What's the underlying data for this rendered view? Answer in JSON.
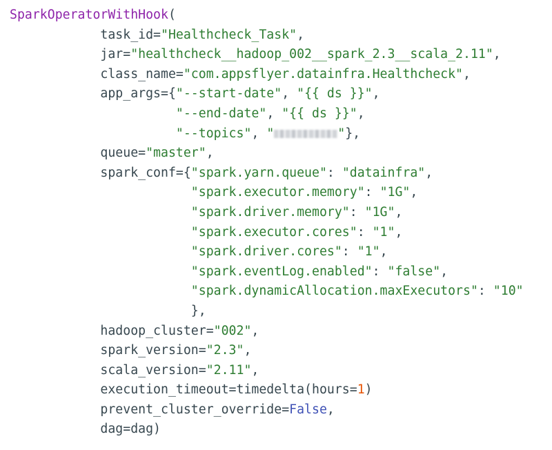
{
  "code": {
    "language": "python",
    "lines": [
      [
        {
          "t": "SparkOperatorWithHook",
          "c": "fn"
        },
        {
          "t": "(",
          "c": "punc"
        }
      ],
      [
        {
          "t": "            task_id=",
          "c": "param"
        },
        {
          "t": "\"Healthcheck_Task\"",
          "c": "str"
        },
        {
          "t": ",",
          "c": "punc"
        }
      ],
      [
        {
          "t": "            jar=",
          "c": "param"
        },
        {
          "t": "\"healthcheck__hadoop_002__spark_2.3__scala_2.11\"",
          "c": "str"
        },
        {
          "t": ",",
          "c": "punc"
        }
      ],
      [
        {
          "t": "            class_name=",
          "c": "param"
        },
        {
          "t": "\"com.appsflyer.datainfra.Healthcheck\"",
          "c": "str"
        },
        {
          "t": ",",
          "c": "punc"
        }
      ],
      [
        {
          "t": "            app_args={",
          "c": "param"
        },
        {
          "t": "\"--start-date\"",
          "c": "str"
        },
        {
          "t": ", ",
          "c": "punc"
        },
        {
          "t": "\"{{ ds }}\"",
          "c": "str"
        },
        {
          "t": ",",
          "c": "punc"
        }
      ],
      [
        {
          "t": "                      ",
          "c": "punc"
        },
        {
          "t": "\"--end-date\"",
          "c": "str"
        },
        {
          "t": ", ",
          "c": "punc"
        },
        {
          "t": "\"{{ ds }}\"",
          "c": "str"
        },
        {
          "t": ",",
          "c": "punc"
        }
      ],
      [
        {
          "t": "                      ",
          "c": "punc"
        },
        {
          "t": "\"--topics\"",
          "c": "str"
        },
        {
          "t": ", ",
          "c": "punc"
        },
        {
          "t": "\"",
          "c": "str"
        },
        {
          "t": "",
          "c": "redacted"
        },
        {
          "t": "\"",
          "c": "str"
        },
        {
          "t": "},",
          "c": "punc"
        }
      ],
      [
        {
          "t": "            queue=",
          "c": "param"
        },
        {
          "t": "\"master\"",
          "c": "str"
        },
        {
          "t": ",",
          "c": "punc"
        }
      ],
      [
        {
          "t": "            spark_conf={",
          "c": "param"
        },
        {
          "t": "\"spark.yarn.queue\"",
          "c": "str"
        },
        {
          "t": ": ",
          "c": "punc"
        },
        {
          "t": "\"datainfra\"",
          "c": "str"
        },
        {
          "t": ",",
          "c": "punc"
        }
      ],
      [
        {
          "t": "                        ",
          "c": "punc"
        },
        {
          "t": "\"spark.executor.memory\"",
          "c": "str"
        },
        {
          "t": ": ",
          "c": "punc"
        },
        {
          "t": "\"1G\"",
          "c": "str"
        },
        {
          "t": ",",
          "c": "punc"
        }
      ],
      [
        {
          "t": "                        ",
          "c": "punc"
        },
        {
          "t": "\"spark.driver.memory\"",
          "c": "str"
        },
        {
          "t": ": ",
          "c": "punc"
        },
        {
          "t": "\"1G\"",
          "c": "str"
        },
        {
          "t": ",",
          "c": "punc"
        }
      ],
      [
        {
          "t": "                        ",
          "c": "punc"
        },
        {
          "t": "\"spark.executor.cores\"",
          "c": "str"
        },
        {
          "t": ": ",
          "c": "punc"
        },
        {
          "t": "\"1\"",
          "c": "str"
        },
        {
          "t": ",",
          "c": "punc"
        }
      ],
      [
        {
          "t": "                        ",
          "c": "punc"
        },
        {
          "t": "\"spark.driver.cores\"",
          "c": "str"
        },
        {
          "t": ": ",
          "c": "punc"
        },
        {
          "t": "\"1\"",
          "c": "str"
        },
        {
          "t": ",",
          "c": "punc"
        }
      ],
      [
        {
          "t": "                        ",
          "c": "punc"
        },
        {
          "t": "\"spark.eventLog.enabled\"",
          "c": "str"
        },
        {
          "t": ": ",
          "c": "punc"
        },
        {
          "t": "\"false\"",
          "c": "str"
        },
        {
          "t": ",",
          "c": "punc"
        }
      ],
      [
        {
          "t": "                        ",
          "c": "punc"
        },
        {
          "t": "\"spark.dynamicAllocation.maxExecutors\"",
          "c": "str"
        },
        {
          "t": ": ",
          "c": "punc"
        },
        {
          "t": "\"10\"",
          "c": "str"
        }
      ],
      [
        {
          "t": "                        },",
          "c": "punc"
        }
      ],
      [
        {
          "t": "            hadoop_cluster=",
          "c": "param"
        },
        {
          "t": "\"002\"",
          "c": "str"
        },
        {
          "t": ",",
          "c": "punc"
        }
      ],
      [
        {
          "t": "            spark_version=",
          "c": "param"
        },
        {
          "t": "\"2.3\"",
          "c": "str"
        },
        {
          "t": ",",
          "c": "punc"
        }
      ],
      [
        {
          "t": "            scala_version=",
          "c": "param"
        },
        {
          "t": "\"2.11\"",
          "c": "str"
        },
        {
          "t": ",",
          "c": "punc"
        }
      ],
      [
        {
          "t": "            execution_timeout=timedelta(hours=",
          "c": "param"
        },
        {
          "t": "1",
          "c": "num"
        },
        {
          "t": ")",
          "c": "punc"
        }
      ],
      [
        {
          "t": "            prevent_cluster_override=",
          "c": "param"
        },
        {
          "t": "False",
          "c": "kw"
        },
        {
          "t": ",",
          "c": "punc"
        }
      ],
      [
        {
          "t": "            dag=dag)",
          "c": "param"
        }
      ]
    ]
  }
}
